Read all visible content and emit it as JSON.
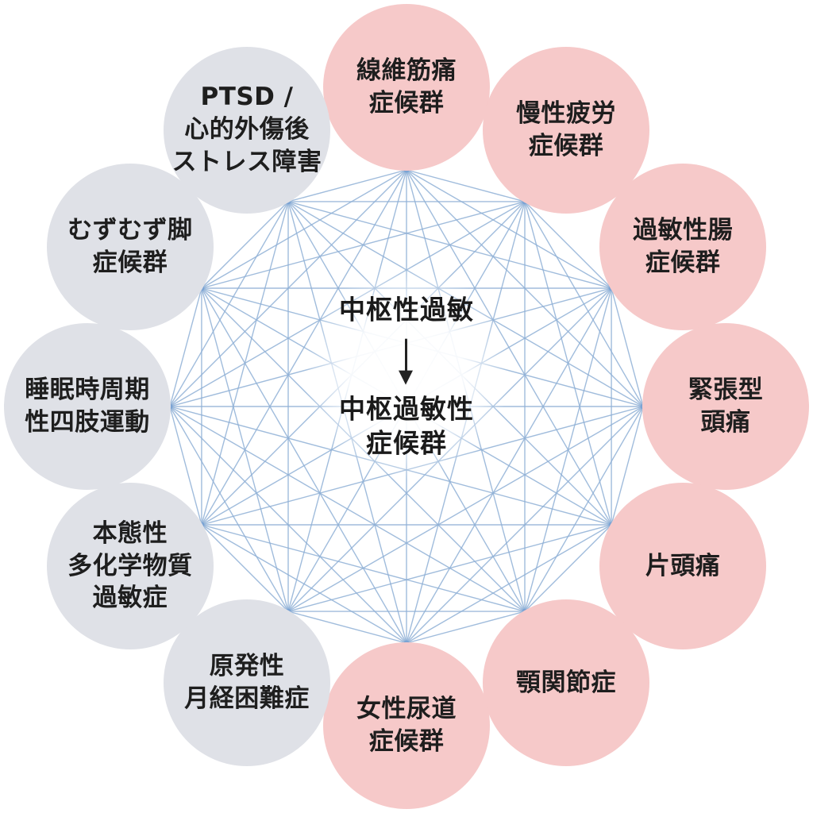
{
  "center": {
    "top_text": "中枢性過敏",
    "bottom_text": "中枢過敏性\n症候群"
  },
  "colors": {
    "pink_node": "#f6c9c9",
    "gray_node": "#dfe1e7",
    "edge": "#8fb0d6",
    "vertex": "#7aa3d4"
  },
  "nodes": [
    {
      "label": "線維筋痛\n症候群",
      "group": "pink"
    },
    {
      "label": "慢性疲労\n症候群",
      "group": "pink"
    },
    {
      "label": "過敏性腸\n症候群",
      "group": "pink"
    },
    {
      "label": "緊張型\n頭痛",
      "group": "pink"
    },
    {
      "label": "片頭痛",
      "group": "pink"
    },
    {
      "label": "顎関節症",
      "group": "pink"
    },
    {
      "label": "女性尿道\n症候群",
      "group": "pink"
    },
    {
      "label": "原発性\n月経困難症",
      "group": "gray"
    },
    {
      "label": "本態性\n多化学物質\n過敏症",
      "group": "gray"
    },
    {
      "label": "睡眠時周期\n性四肢運動",
      "group": "gray"
    },
    {
      "label": "むずむず脚\n症候群",
      "group": "gray"
    },
    {
      "label": "PTSD /\n心的外傷後\nストレス障害",
      "group": "gray"
    }
  ]
}
